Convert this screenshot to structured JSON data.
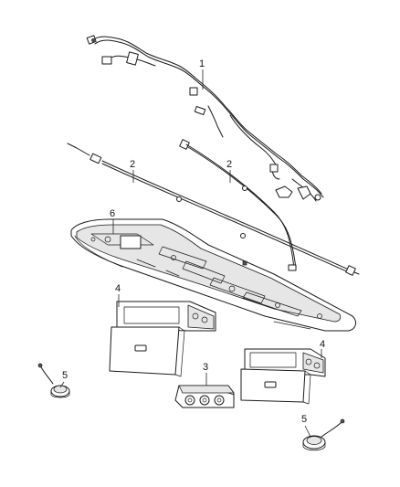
{
  "callouts": {
    "c1": "1",
    "c2a": "2",
    "c2b": "2",
    "c3": "3",
    "c4a": "4",
    "c4b": "4",
    "c5a": "5",
    "c5b": "5",
    "c6": "6"
  },
  "parts": [
    {
      "callout": "1",
      "icon": "wiring-harness-icon"
    },
    {
      "callout": "2",
      "icon": "cable-icon"
    },
    {
      "callout": "3",
      "icon": "switch-bank-icon"
    },
    {
      "callout": "4",
      "icon": "video-screen-icon"
    },
    {
      "callout": "5",
      "icon": "speaker-icon"
    },
    {
      "callout": "6",
      "icon": "overhead-console-icon"
    }
  ]
}
